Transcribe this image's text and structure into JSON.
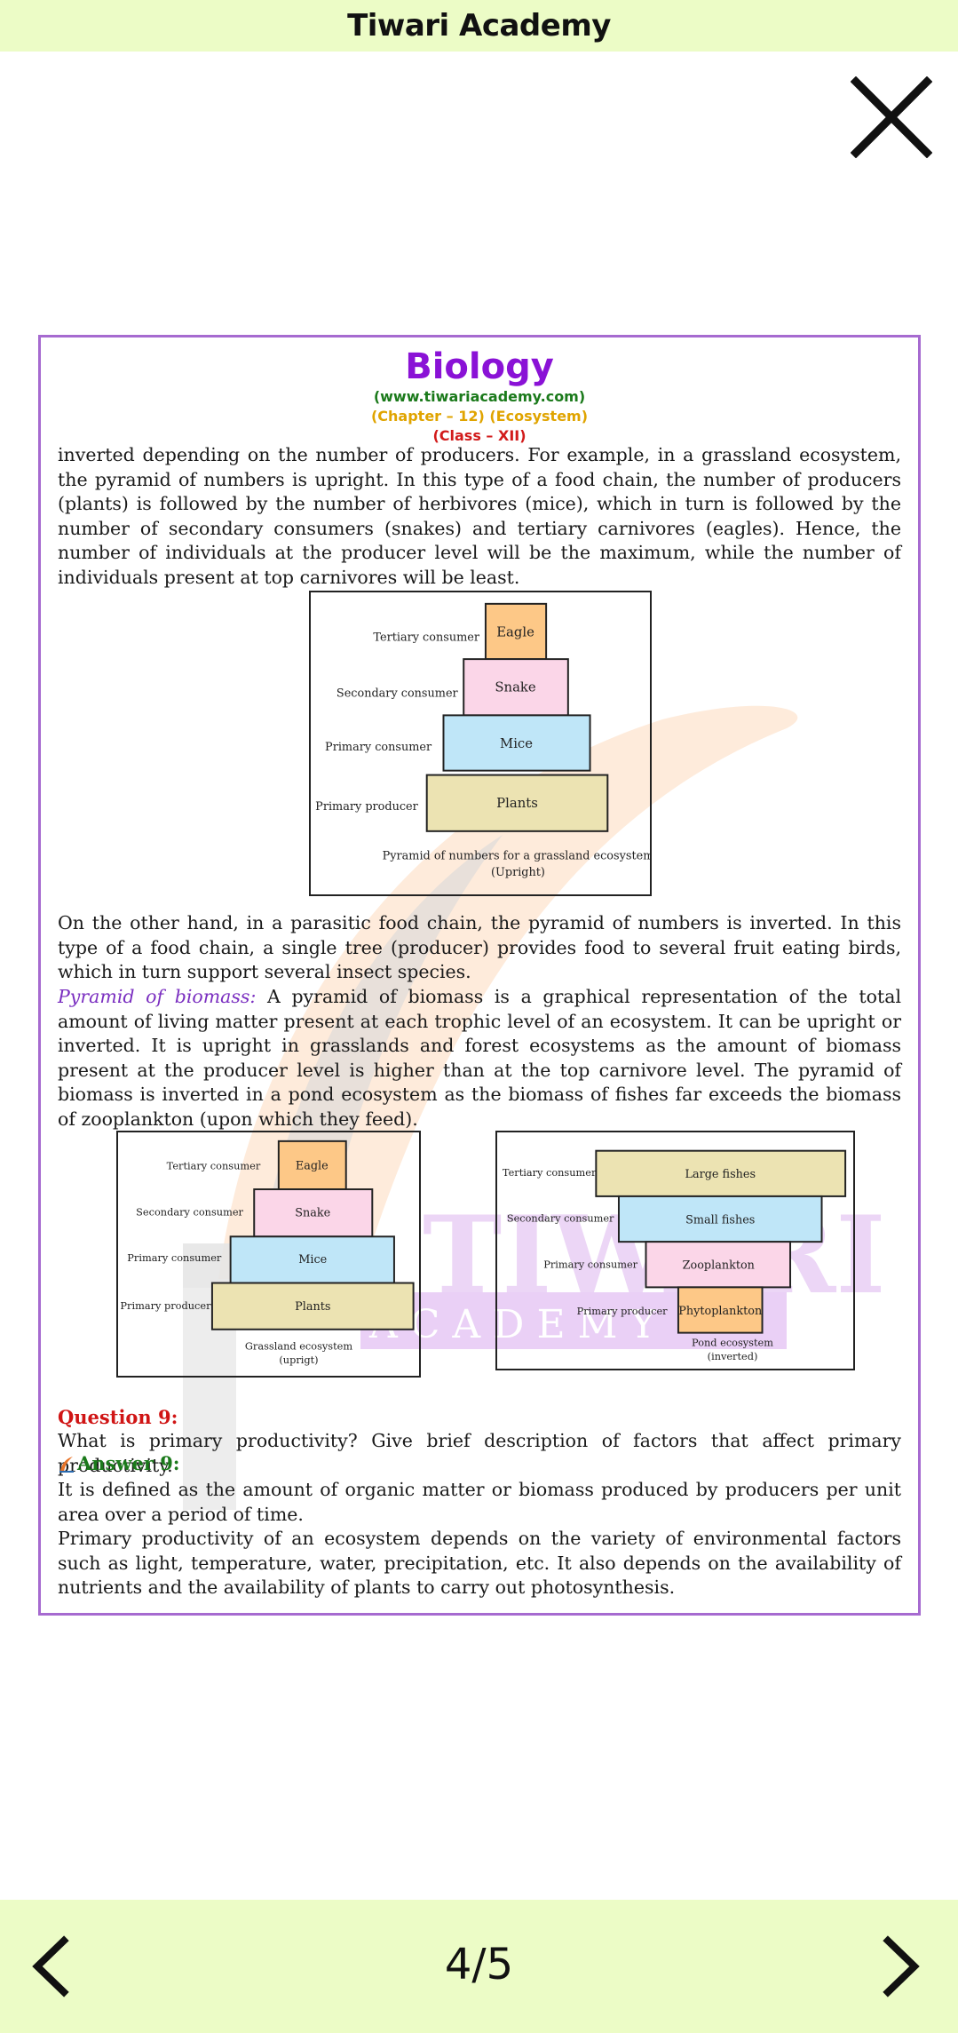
{
  "app": {
    "title": "Tiwari Academy"
  },
  "document": {
    "subject": "Biology",
    "site": "(www.tiwariacademy.com)",
    "chapter": "(Chapter – 12) (Ecosystem)",
    "class_label": "(Class – XII)",
    "para1": "inverted depending on the number of producers. For example, in a grassland ecosystem, the pyramid of numbers is upright. In this type of a food chain, the number of producers (plants) is followed by the number of herbivores (mice), which in turn is followed by the number of secondary consumers (snakes) and tertiary carnivores (eagles). Hence, the number of individuals at the producer level will be the maximum, while the number of individuals present at top carnivores will be least.",
    "para2": "On the other hand, in a parasitic food chain, the pyramid of numbers is inverted. In this type of a food chain, a single tree (producer) provides food to several fruit eating birds, which in turn support several insect species.",
    "para3_label": "Pyramid of biomass:",
    "para3": " A pyramid of biomass is a graphical representation of the total amount of living matter present at each trophic level of an ecosystem. It can be upright or inverted. It is upright in grasslands and forest ecosystems as the amount of biomass present at the producer level is higher than at the top carnivore level. The pyramid of biomass is inverted in a pond ecosystem as the biomass of fishes far exceeds the biomass of zooplankton (upon which they feed).",
    "question_label": "Question 9:",
    "question_text": "What is primary productivity? Give brief description of factors that affect primary productivity.",
    "answer_label": "Answer 9:",
    "answer_p1": "It is defined as the amount of organic matter or biomass produced by producers per unit area over a period of time.",
    "answer_p2": "Primary productivity of an ecosystem depends on the variety of environmental factors such as light, temperature, water, precipitation, etc. It also depends on the availability of nutrients and the availability of plants to carry out photosynthesis."
  },
  "figures": {
    "numbers": {
      "levels": [
        "Tertiary consumer",
        "Secondary consumer",
        "Primary consumer",
        "Primary producer"
      ],
      "blocks": [
        "Eagle",
        "Snake",
        "Mice",
        "Plants"
      ],
      "caption1": "Pyramid of numbers for a grassland ecosystem",
      "caption2": "(Upright)"
    },
    "grassland": {
      "levels": [
        "Tertiary consumer",
        "Secondary consumer",
        "Primary consumer",
        "Primary producer"
      ],
      "blocks": [
        "Eagle",
        "Snake",
        "Mice",
        "Plants"
      ],
      "caption1": "Grassland ecosystem",
      "caption2": "(uprigt)"
    },
    "pond": {
      "levels": [
        "Tertiary consumer",
        "Secondary consumer",
        "Primary consumer",
        "Primary producer"
      ],
      "blocks": [
        "Large fishes",
        "Small fishes",
        "Zooplankton",
        "Phytoplankton"
      ],
      "caption1": "Pond ecosystem",
      "caption2": "(inverted)"
    },
    "colors": {
      "eagle": "#fdc887",
      "snake": "#fbd6e8",
      "mice": "#bfe6f8",
      "plants": "#ece3b2"
    }
  },
  "watermark": {
    "line1": "TIWARI",
    "line2": "A C A D E M Y"
  },
  "pager": {
    "page_indicator": "4/5"
  }
}
